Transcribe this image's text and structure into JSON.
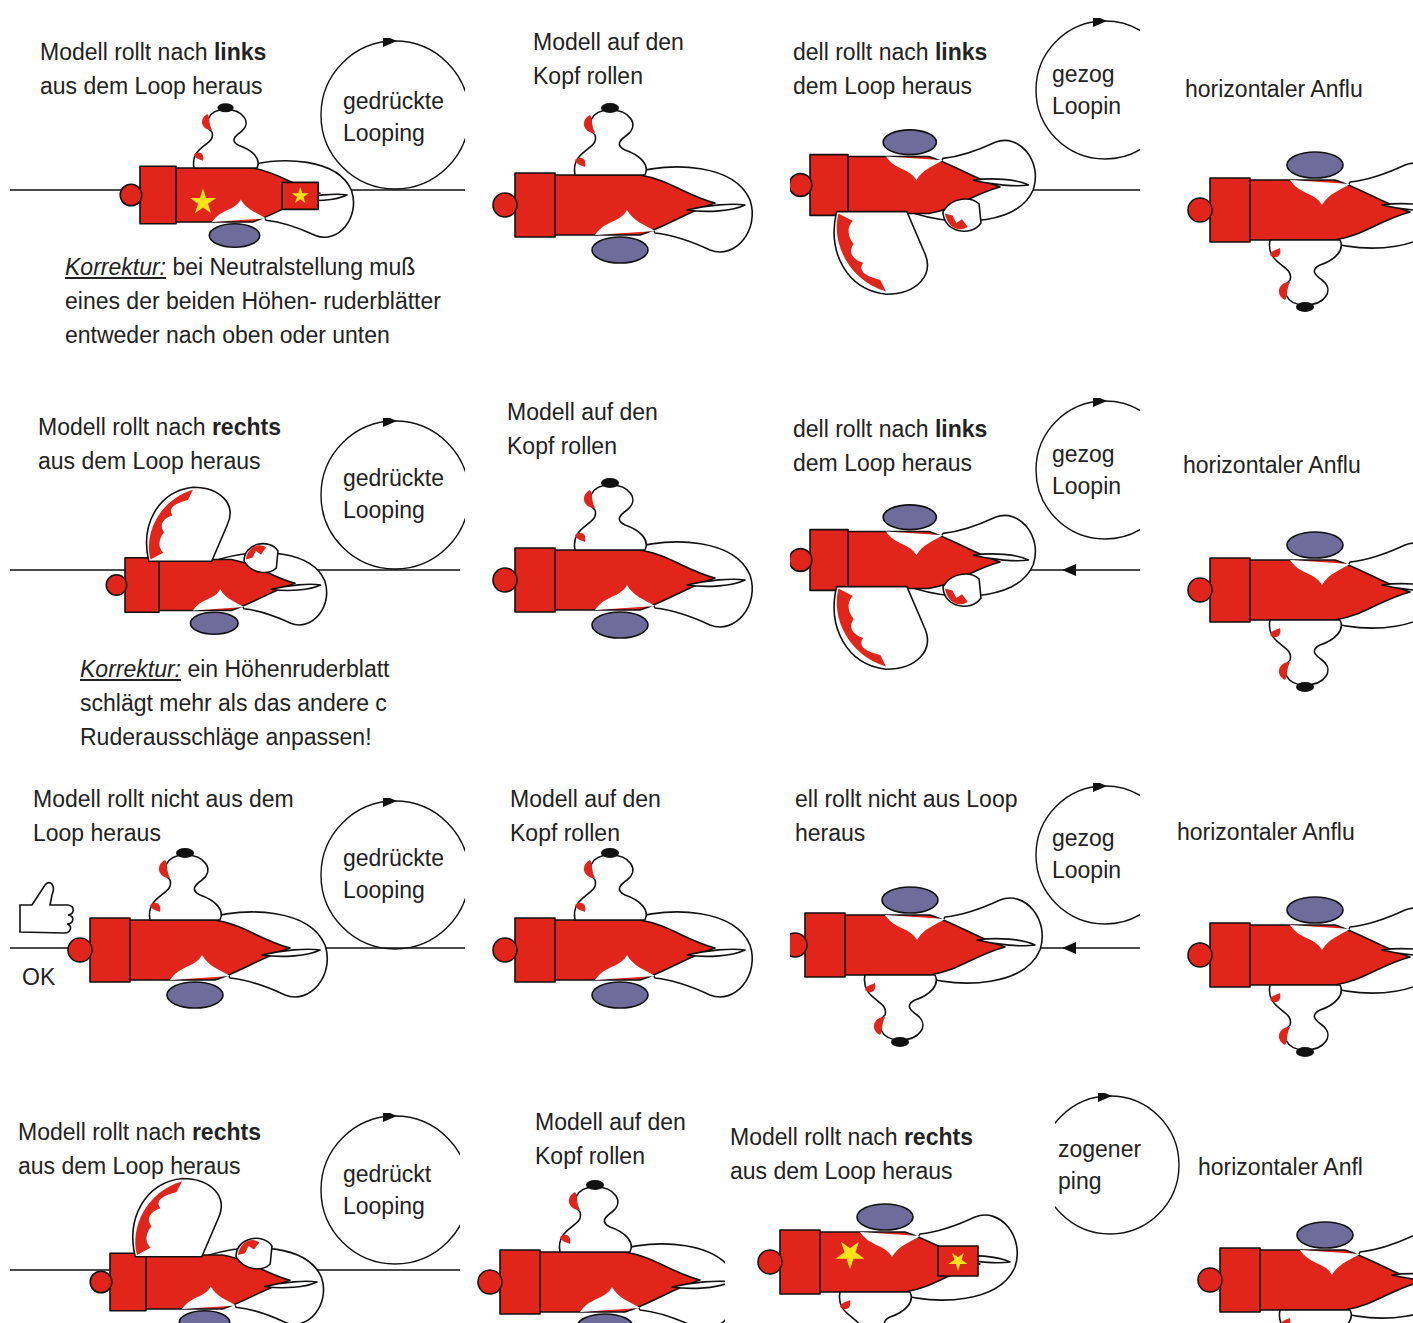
{
  "diagram": {
    "nodes": [
      {
        "text": [
          "gedrückte Looping"
        ]
      },
      {
        "text": [
          "gezog Loopin"
        ]
      },
      {
        "text": [
          "gedrückte Looping"
        ]
      },
      {
        "text": [
          "gezog Loopin"
        ]
      },
      {
        "text": [
          "gedrückte Looping"
        ]
      },
      {
        "text": [
          "gezog Loopin"
        ]
      },
      {
        "text": [
          "gedrückt Looping"
        ]
      },
      {
        "text": [
          "zogener ping"
        ]
      }
    ],
    "labels": [
      "Modell rollt nach",
      "links",
      "aus dem Loop heraus",
      "Korrektur:",
      "bei Neutralstellung muß eines der beiden Höhen- ruderblätter entweder nach oben oder unten",
      "Modell auf den Kopf rollen",
      "dell rollt nach",
      "links",
      "dem Loop heraus",
      "horizontaler Anflu",
      "Modell rollt nach",
      "rechts",
      "aus dem Loop heraus",
      "Korrektur:",
      "ein Höhenruderblatt schlägt mehr als das andere c Ruderausschläge anpassen!",
      "Modell auf den Kopf rollen",
      "dell rollt nach",
      "links",
      "dem Loop heraus",
      "horizontaler Anflu",
      "Modell rollt nicht aus dem Loop heraus",
      "OK",
      "Modell auf den Kopf rollen",
      "ell rollt nicht aus Loop heraus",
      "horizontaler Anflu",
      "Modell rollt nach",
      "rechts",
      "aus dem Loop heraus",
      "Modell auf den Kopf rollen",
      "Modell rollt nach",
      "rechts",
      "aus dem Loop heraus",
      "horizontaler Anfl"
    ]
  }
}
